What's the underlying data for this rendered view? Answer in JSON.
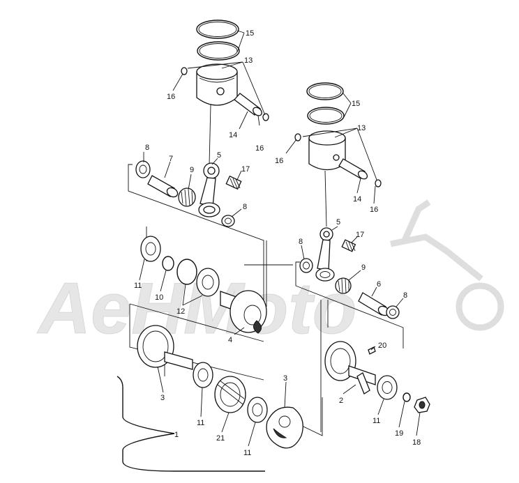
{
  "watermark": {
    "text": "AeHMoto"
  },
  "callouts": {
    "c15a": "15",
    "c13a": "13",
    "c16a": "16",
    "c14a": "14",
    "c16b": "16",
    "c15b": "15",
    "c13b": "13",
    "c16c": "16",
    "c14b": "14",
    "c16d": "16",
    "c8a": "8",
    "c7": "7",
    "c9a": "9",
    "c5a": "5",
    "c17a": "17",
    "c8b": "8",
    "c5b": "5",
    "c17b": "17",
    "c8c": "8",
    "c9b": "9",
    "c6": "6",
    "c8d": "8",
    "c11a": "11",
    "c10": "10",
    "c12": "12",
    "c4": "4",
    "c20": "20",
    "c2": "2",
    "c11b": "11",
    "c19": "19",
    "c18": "18",
    "c3a": "3",
    "c3b": "3",
    "c11c": "11",
    "c21": "21",
    "c11d": "11",
    "c1": "1"
  }
}
